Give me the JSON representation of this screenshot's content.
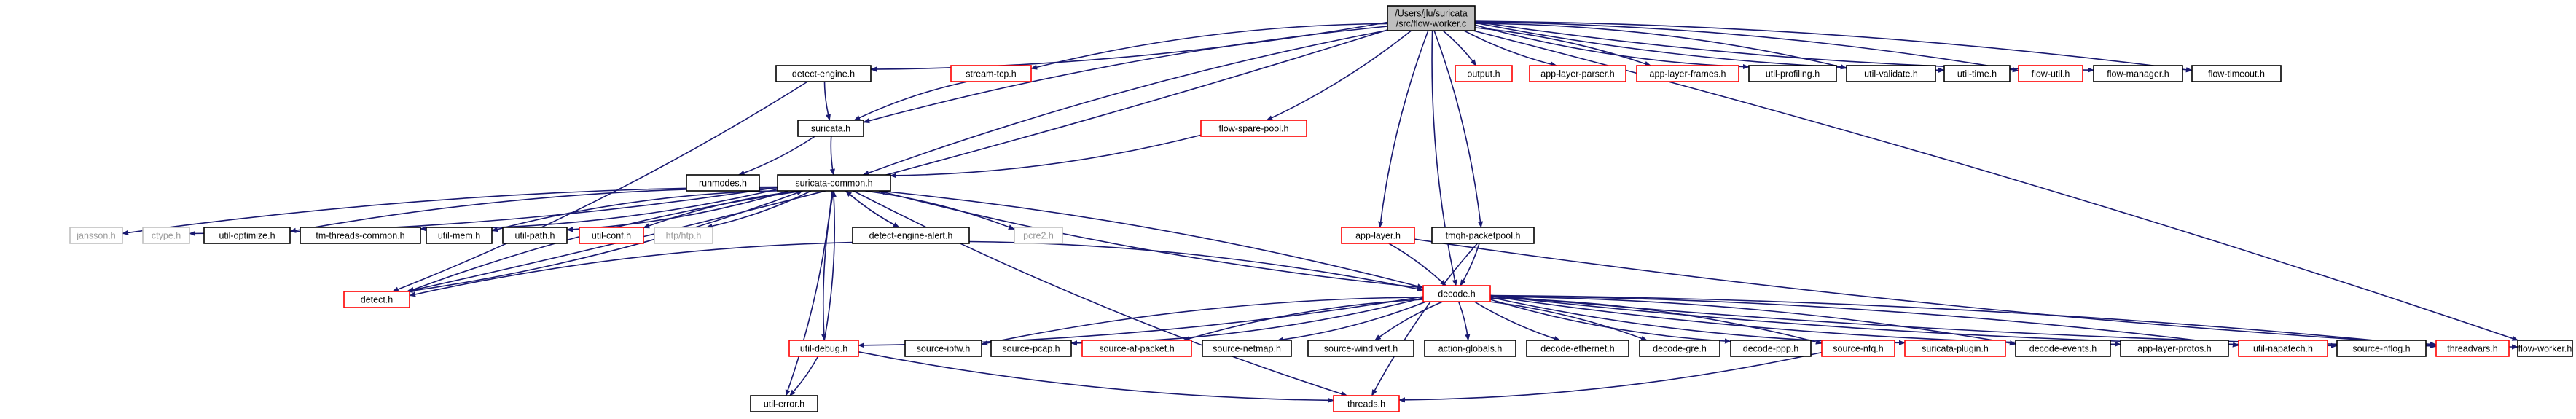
{
  "colors": {
    "edge": "#191970",
    "text": "#000000",
    "text_muted": "#9a9a9a",
    "border_normal": "#000000",
    "border_red": "#ff0000",
    "border_gray": "#bfbfbf",
    "fill_root": "#bfbfbf",
    "fill_normal": "#ffffff"
  },
  "nodes": [
    {
      "id": "root",
      "lines": [
        "/Users/jlu/suricata",
        "/src/flow-worker.c"
      ],
      "style": "root"
    },
    {
      "id": "detect_engine",
      "lines": [
        "detect-engine.h"
      ],
      "style": "normal"
    },
    {
      "id": "stream_tcp",
      "lines": [
        "stream-tcp.h"
      ],
      "style": "red"
    },
    {
      "id": "output",
      "lines": [
        "output.h"
      ],
      "style": "red"
    },
    {
      "id": "app_layer_parser",
      "lines": [
        "app-layer-parser.h"
      ],
      "style": "red"
    },
    {
      "id": "app_layer_frames",
      "lines": [
        "app-layer-frames.h"
      ],
      "style": "red"
    },
    {
      "id": "util_profiling",
      "lines": [
        "util-profiling.h"
      ],
      "style": "normal"
    },
    {
      "id": "util_validate",
      "lines": [
        "util-validate.h"
      ],
      "style": "normal"
    },
    {
      "id": "util_time",
      "lines": [
        "util-time.h"
      ],
      "style": "normal"
    },
    {
      "id": "flow_util",
      "lines": [
        "flow-util.h"
      ],
      "style": "red"
    },
    {
      "id": "flow_manager",
      "lines": [
        "flow-manager.h"
      ],
      "style": "normal"
    },
    {
      "id": "flow_timeout",
      "lines": [
        "flow-timeout.h"
      ],
      "style": "normal"
    },
    {
      "id": "suricata",
      "lines": [
        "suricata.h"
      ],
      "style": "normal"
    },
    {
      "id": "flow_spare_pool",
      "lines": [
        "flow-spare-pool.h"
      ],
      "style": "red"
    },
    {
      "id": "runmodes",
      "lines": [
        "runmodes.h"
      ],
      "style": "normal"
    },
    {
      "id": "suricata_common",
      "lines": [
        "suricata-common.h"
      ],
      "style": "normal"
    },
    {
      "id": "jansson",
      "lines": [
        "jansson.h"
      ],
      "style": "gray"
    },
    {
      "id": "ctype",
      "lines": [
        "ctype.h"
      ],
      "style": "gray"
    },
    {
      "id": "util_optimize",
      "lines": [
        "util-optimize.h"
      ],
      "style": "normal"
    },
    {
      "id": "tm_threads_common",
      "lines": [
        "tm-threads-common.h"
      ],
      "style": "normal"
    },
    {
      "id": "util_mem",
      "lines": [
        "util-mem.h"
      ],
      "style": "normal"
    },
    {
      "id": "util_path",
      "lines": [
        "util-path.h"
      ],
      "style": "normal"
    },
    {
      "id": "util_conf",
      "lines": [
        "util-conf.h"
      ],
      "style": "red"
    },
    {
      "id": "htp",
      "lines": [
        "htp/htp.h"
      ],
      "style": "gray"
    },
    {
      "id": "detect_engine_alert",
      "lines": [
        "detect-engine-alert.h"
      ],
      "style": "normal"
    },
    {
      "id": "pcre2",
      "lines": [
        "pcre2.h"
      ],
      "style": "gray"
    },
    {
      "id": "app_layer",
      "lines": [
        "app-layer.h"
      ],
      "style": "red"
    },
    {
      "id": "tmqh_packetpool",
      "lines": [
        "tmqh-packetpool.h"
      ],
      "style": "normal"
    },
    {
      "id": "detect",
      "lines": [
        "detect.h"
      ],
      "style": "red"
    },
    {
      "id": "decode",
      "lines": [
        "decode.h"
      ],
      "style": "red"
    },
    {
      "id": "util_debug",
      "lines": [
        "util-debug.h"
      ],
      "style": "red"
    },
    {
      "id": "source_ipfw",
      "lines": [
        "source-ipfw.h"
      ],
      "style": "normal"
    },
    {
      "id": "source_pcap",
      "lines": [
        "source-pcap.h"
      ],
      "style": "normal"
    },
    {
      "id": "source_af_packet",
      "lines": [
        "source-af-packet.h"
      ],
      "style": "red"
    },
    {
      "id": "source_netmap",
      "lines": [
        "source-netmap.h"
      ],
      "style": "normal"
    },
    {
      "id": "source_windivert",
      "lines": [
        "source-windivert.h"
      ],
      "style": "normal"
    },
    {
      "id": "action_globals",
      "lines": [
        "action-globals.h"
      ],
      "style": "normal"
    },
    {
      "id": "decode_ethernet",
      "lines": [
        "decode-ethernet.h"
      ],
      "style": "normal"
    },
    {
      "id": "decode_gre",
      "lines": [
        "decode-gre.h"
      ],
      "style": "normal"
    },
    {
      "id": "decode_ppp",
      "lines": [
        "decode-ppp.h"
      ],
      "style": "normal"
    },
    {
      "id": "source_nfq",
      "lines": [
        "source-nfq.h"
      ],
      "style": "red"
    },
    {
      "id": "suricata_plugin",
      "lines": [
        "suricata-plugin.h"
      ],
      "style": "red"
    },
    {
      "id": "decode_events",
      "lines": [
        "decode-events.h"
      ],
      "style": "normal"
    },
    {
      "id": "app_layer_protos",
      "lines": [
        "app-layer-protos.h"
      ],
      "style": "normal"
    },
    {
      "id": "util_napatech",
      "lines": [
        "util-napatech.h"
      ],
      "style": "red"
    },
    {
      "id": "source_nflog",
      "lines": [
        "source-nflog.h"
      ],
      "style": "normal"
    },
    {
      "id": "threadvars",
      "lines": [
        "threadvars.h"
      ],
      "style": "red"
    },
    {
      "id": "flow_worker",
      "lines": [
        "flow-worker.h"
      ],
      "style": "normal"
    },
    {
      "id": "util_error",
      "lines": [
        "util-error.h"
      ],
      "style": "normal"
    },
    {
      "id": "threads",
      "lines": [
        "threads.h"
      ],
      "style": "red"
    }
  ],
  "edges": [
    [
      "root",
      "detect_engine"
    ],
    [
      "root",
      "stream_tcp"
    ],
    [
      "root",
      "output"
    ],
    [
      "root",
      "app_layer_parser"
    ],
    [
      "root",
      "app_layer_frames"
    ],
    [
      "root",
      "util_profiling"
    ],
    [
      "root",
      "util_validate"
    ],
    [
      "root",
      "util_time"
    ],
    [
      "root",
      "flow_util"
    ],
    [
      "root",
      "flow_manager"
    ],
    [
      "root",
      "flow_timeout"
    ],
    [
      "root",
      "suricata"
    ],
    [
      "root",
      "flow_spare_pool"
    ],
    [
      "root",
      "suricata_common"
    ],
    [
      "root",
      "detect"
    ],
    [
      "root",
      "app_layer"
    ],
    [
      "root",
      "tmqh_packetpool"
    ],
    [
      "root",
      "decode"
    ],
    [
      "root",
      "flow_worker"
    ],
    [
      "detect_engine",
      "suricata"
    ],
    [
      "detect_engine",
      "detect"
    ],
    [
      "stream_tcp",
      "suricata"
    ],
    [
      "suricata",
      "runmodes"
    ],
    [
      "suricata",
      "suricata_common"
    ],
    [
      "flow_spare_pool",
      "suricata_common"
    ],
    [
      "suricata_common",
      "jansson"
    ],
    [
      "suricata_common",
      "ctype"
    ],
    [
      "suricata_common",
      "util_optimize"
    ],
    [
      "suricata_common",
      "tm_threads_common"
    ],
    [
      "suricata_common",
      "util_mem"
    ],
    [
      "suricata_common",
      "util_path"
    ],
    [
      "suricata_common",
      "util_conf"
    ],
    [
      "suricata_common",
      "htp"
    ],
    [
      "suricata_common",
      "detect_engine_alert"
    ],
    [
      "suricata_common",
      "pcre2"
    ],
    [
      "suricata_common",
      "detect"
    ],
    [
      "suricata_common",
      "decode"
    ],
    [
      "suricata_common",
      "util_debug"
    ],
    [
      "suricata_common",
      "util_error"
    ],
    [
      "suricata_common",
      "threads"
    ],
    [
      "detect_engine_alert",
      "suricata_common"
    ],
    [
      "detect_engine_alert",
      "detect"
    ],
    [
      "detect_engine_alert",
      "decode"
    ],
    [
      "detect",
      "suricata_common"
    ],
    [
      "app_layer",
      "decode"
    ],
    [
      "app_layer",
      "threadvars"
    ],
    [
      "tmqh_packetpool",
      "decode"
    ],
    [
      "tmqh_packetpool",
      "threads"
    ],
    [
      "decode",
      "util_debug"
    ],
    [
      "decode",
      "source_ipfw"
    ],
    [
      "decode",
      "source_pcap"
    ],
    [
      "decode",
      "source_af_packet"
    ],
    [
      "decode",
      "source_netmap"
    ],
    [
      "decode",
      "source_windivert"
    ],
    [
      "decode",
      "action_globals"
    ],
    [
      "decode",
      "decode_ethernet"
    ],
    [
      "decode",
      "decode_gre"
    ],
    [
      "decode",
      "decode_ppp"
    ],
    [
      "decode",
      "source_nfq"
    ],
    [
      "decode",
      "suricata_plugin"
    ],
    [
      "decode",
      "decode_events"
    ],
    [
      "decode",
      "app_layer_protos"
    ],
    [
      "decode",
      "util_napatech"
    ],
    [
      "decode",
      "source_nflog"
    ],
    [
      "decode",
      "threadvars"
    ],
    [
      "decode",
      "flow_worker"
    ],
    [
      "decode",
      "suricata_common"
    ],
    [
      "util_debug",
      "suricata_common"
    ],
    [
      "util_debug",
      "util_error"
    ],
    [
      "util_debug",
      "threads"
    ],
    [
      "source_nfq",
      "threads"
    ]
  ]
}
